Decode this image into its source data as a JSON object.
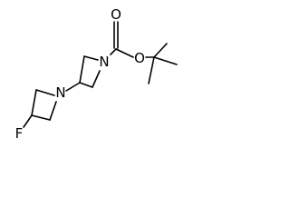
{
  "structure": {
    "atoms": {
      "O_carbonyl": "O",
      "O_ester": "O",
      "N_boc": "N",
      "N_linked": "N",
      "F": "F"
    }
  },
  "colors": {
    "bond": "#000000",
    "label": "#000000",
    "background": "#ffffff"
  }
}
